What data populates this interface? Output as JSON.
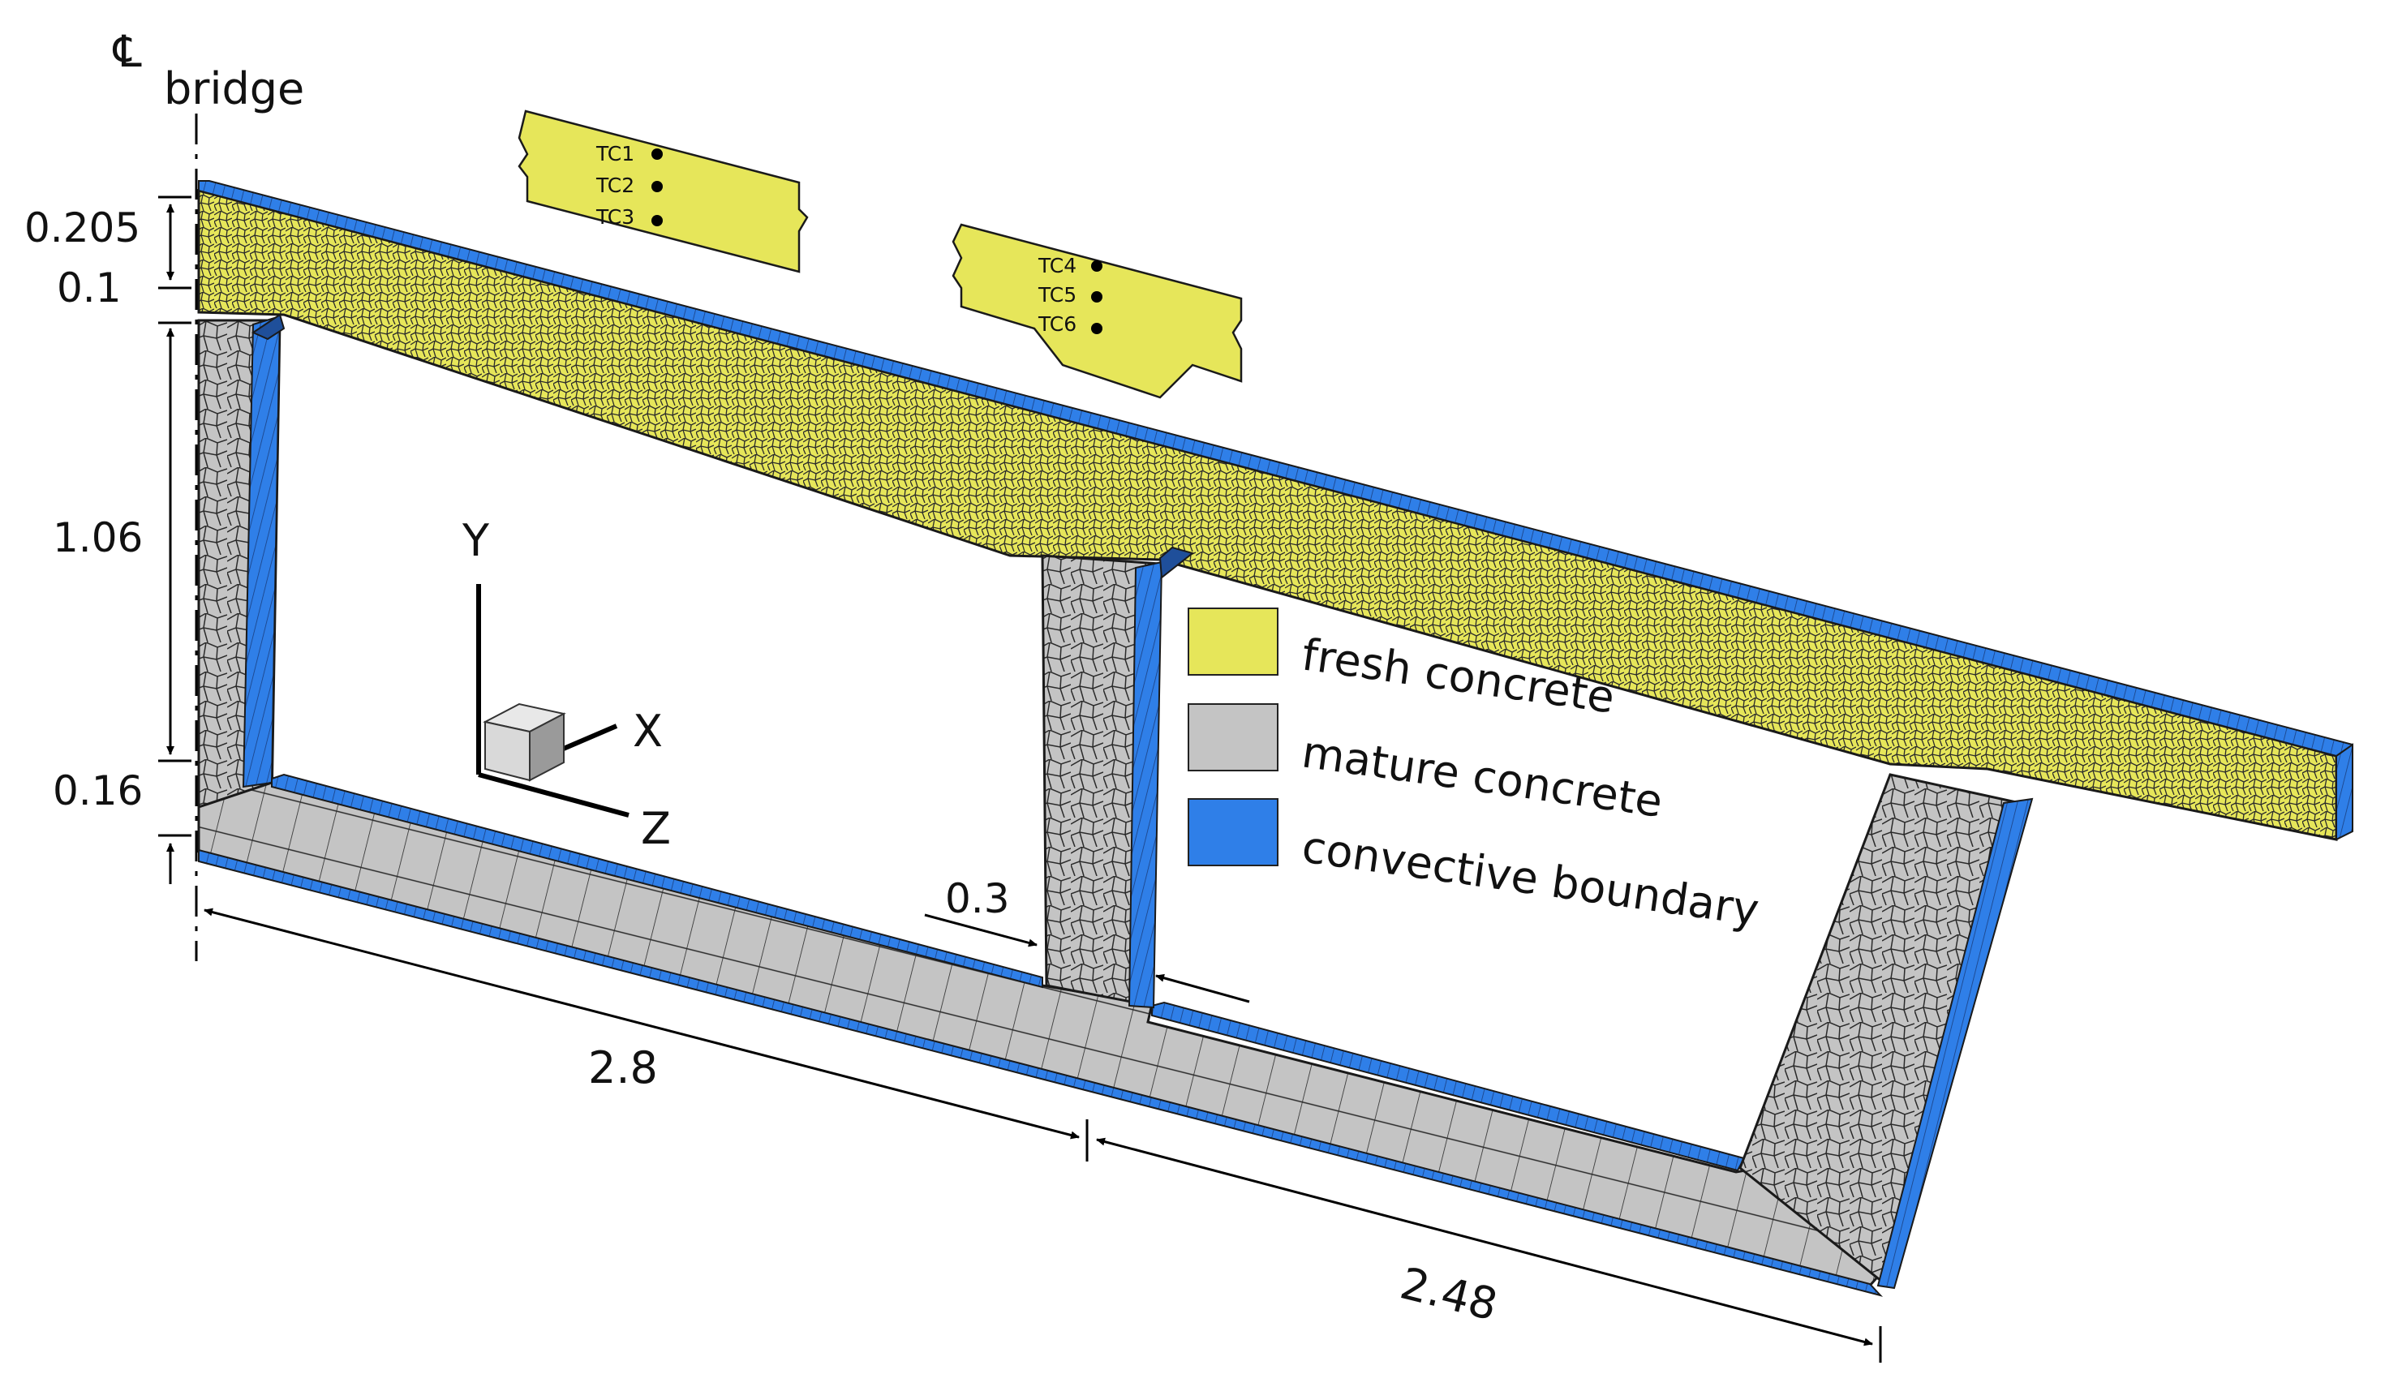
{
  "centerline_label": "bridge",
  "centerline_symbol": "℄",
  "dimensions": {
    "top_flange": "0.205",
    "haunch": "0.1",
    "web_height": "1.06",
    "bottom_flange": "0.16",
    "web_thickness": "0.3",
    "half_width": "2.8",
    "outer_width": "2.48"
  },
  "thermocouples": {
    "group_a": [
      "TC1",
      "TC2",
      "TC3"
    ],
    "group_b": [
      "TC4",
      "TC5",
      "TC6"
    ]
  },
  "axes": {
    "y": "Y",
    "x": "X",
    "z": "Z"
  },
  "legend": [
    {
      "label": "fresh concrete",
      "color": "#e6e65a"
    },
    {
      "label": "mature concrete",
      "color": "#c4c4c4"
    },
    {
      "label": "convective boundary",
      "color": "#2f7fe8"
    }
  ],
  "colors": {
    "fresh": "#e6e65a",
    "mature": "#c4c4c4",
    "boundary": "#2f7fe8",
    "boundary_dark": "#1f4f9a",
    "mesh": "#2a2a2a"
  }
}
